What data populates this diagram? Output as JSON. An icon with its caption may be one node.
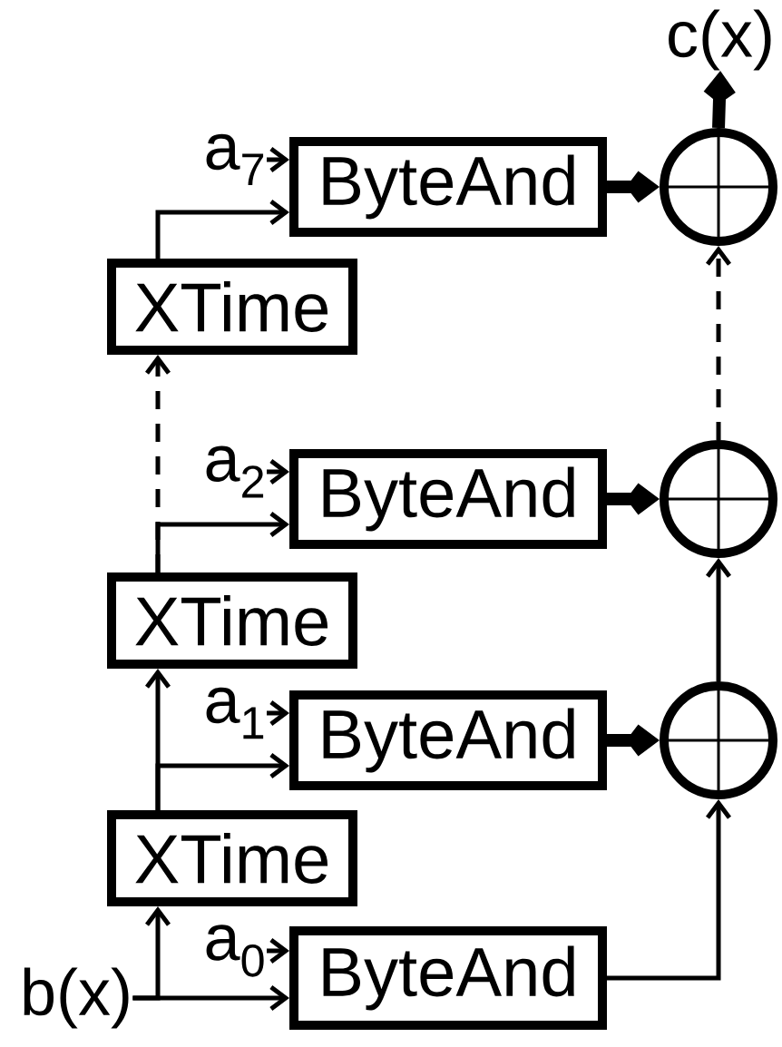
{
  "diagram": {
    "nodes": [
      {
        "text": [
          "c(x)"
        ]
      },
      {
        "text": [
          "a$_{7}$"
        ]
      },
      {
        "text": [
          "ByteAnd"
        ]
      },
      {
        "text": [],
        "shape": "circle"
      },
      {
        "text": [
          "XTime"
        ]
      },
      {
        "text": [
          "a$_{2}$"
        ]
      },
      {
        "text": [
          "ByteAnd"
        ]
      },
      {
        "text": [],
        "shape": "circle"
      },
      {
        "text": [
          "XTime"
        ]
      },
      {
        "text": [
          "a$_{1}$"
        ]
      },
      {
        "text": [
          "ByteAnd"
        ]
      },
      {
        "text": [],
        "shape": "circle"
      },
      {
        "text": [
          "XTime"
        ]
      },
      {
        "text": [
          "a$_{0}$"
        ]
      },
      {
        "text": [
          "ByteAnd"
        ]
      },
      {
        "text": [
          "b(x)"
        ]
      }
    ],
    "edges": [
      {
        "from": 15,
        "to": 14,
        "arrow": "to"
      },
      {
        "from": 15,
        "to": 12,
        "arrow": "to"
      },
      {
        "from": 13,
        "to": 14,
        "arrow": "to"
      },
      {
        "from": 14,
        "to": 11,
        "arrow": "to"
      },
      {
        "from": 12,
        "to": 10,
        "arrow": "to"
      },
      {
        "from": 12,
        "to": 8,
        "arrow": "to"
      },
      {
        "from": 9,
        "to": 10,
        "arrow": "to"
      },
      {
        "from": 10,
        "to": 11,
        "arrow": "to",
        "style": "thick"
      },
      {
        "from": 11,
        "to": 7,
        "arrow": "to"
      },
      {
        "from": 8,
        "to": 6,
        "arrow": "to"
      },
      {
        "from": 8,
        "to": 4,
        "arrow": "to",
        "style": "dashed"
      },
      {
        "from": 5,
        "to": 6,
        "arrow": "to"
      },
      {
        "from": 6,
        "to": 7,
        "arrow": "to",
        "style": "thick"
      },
      {
        "from": 7,
        "to": 3,
        "arrow": "to",
        "style": "dashed"
      },
      {
        "from": 4,
        "to": 2,
        "arrow": "to"
      },
      {
        "from": 1,
        "to": 2,
        "arrow": "to"
      },
      {
        "from": 2,
        "to": 3,
        "arrow": "to",
        "style": "thick"
      },
      {
        "from": 3,
        "to": 0,
        "arrow": "to",
        "style": "thick"
      }
    ]
  }
}
